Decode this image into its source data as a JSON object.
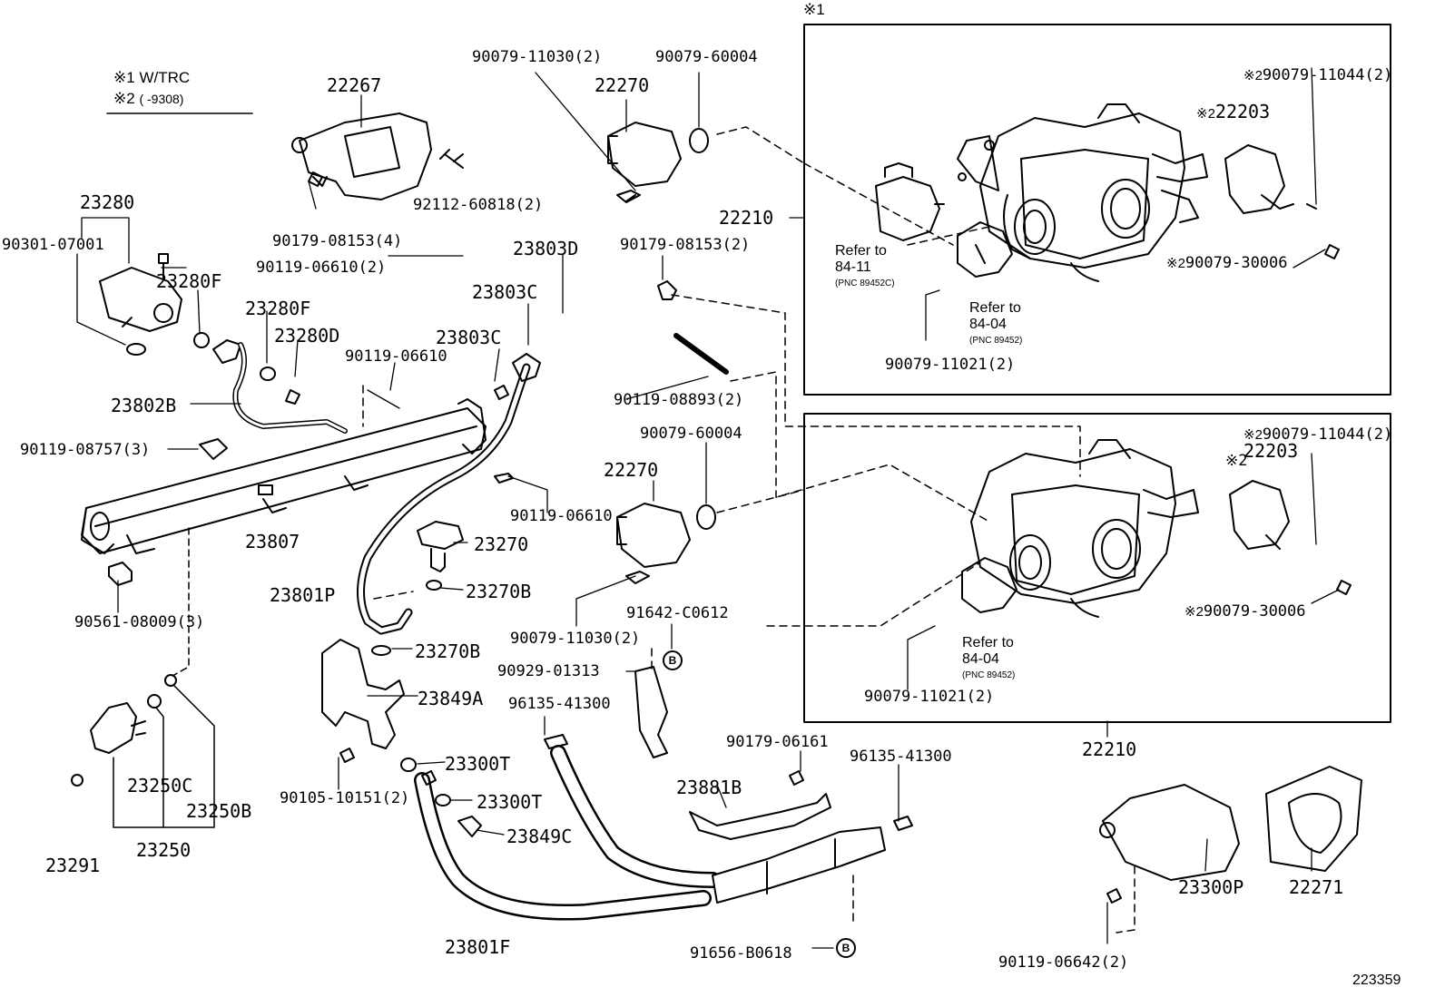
{
  "legend": {
    "line1_mark": "※1",
    "line1_text": "W/TRC",
    "line2_mark": "※2",
    "line2_text": "(      -9308)"
  },
  "box_labels": {
    "top_mark": "※1"
  },
  "parts": [
    {
      "id": "p01",
      "text": "22267",
      "big": true
    },
    {
      "id": "p02",
      "text": "23280",
      "big": true
    },
    {
      "id": "p03",
      "text": "90301-07001"
    },
    {
      "id": "p04",
      "text": "90179-08153(4)"
    },
    {
      "id": "p05",
      "text": "90119-06610(2)"
    },
    {
      "id": "p06",
      "text": "92112-60818(2)"
    },
    {
      "id": "p07",
      "text": "23280F",
      "big": true
    },
    {
      "id": "p08",
      "text": "23280F",
      "big": true
    },
    {
      "id": "p09",
      "text": "23280D",
      "big": true
    },
    {
      "id": "p10",
      "text": "90119-06610"
    },
    {
      "id": "p11",
      "text": "23802B",
      "big": true
    },
    {
      "id": "p12",
      "text": "90119-08757(3)"
    },
    {
      "id": "p13",
      "text": "23807",
      "big": true
    },
    {
      "id": "p14",
      "text": "90561-08009(3)"
    },
    {
      "id": "p15",
      "text": "23291",
      "big": true
    },
    {
      "id": "p16",
      "text": "23250C",
      "big": true
    },
    {
      "id": "p17",
      "text": "23250B",
      "big": true
    },
    {
      "id": "p18",
      "text": "23250",
      "big": true
    },
    {
      "id": "p19",
      "text": "90079-11030(2)"
    },
    {
      "id": "p20",
      "text": "90079-60004"
    },
    {
      "id": "p21",
      "text": "22270",
      "big": true
    },
    {
      "id": "p22",
      "text": "23803D",
      "big": true
    },
    {
      "id": "p23",
      "text": "23803C",
      "big": true
    },
    {
      "id": "p24",
      "text": "23803C",
      "big": true
    },
    {
      "id": "p25",
      "text": "90179-08153(2)"
    },
    {
      "id": "p26",
      "text": "22210",
      "big": true
    },
    {
      "id": "p27",
      "text": "90119-08893(2)"
    },
    {
      "id": "p28",
      "text": "90079-60004"
    },
    {
      "id": "p29",
      "text": "22270",
      "big": true
    },
    {
      "id": "p30",
      "text": "90119-06610"
    },
    {
      "id": "p31",
      "text": "23270",
      "big": true
    },
    {
      "id": "p32",
      "text": "23270B",
      "big": true
    },
    {
      "id": "p33",
      "text": "23801P",
      "big": true
    },
    {
      "id": "p34",
      "text": "23270B",
      "big": true
    },
    {
      "id": "p35",
      "text": "23849A",
      "big": true
    },
    {
      "id": "p36",
      "text": "91642-C0612"
    },
    {
      "id": "p37",
      "text": "90079-11030(2)"
    },
    {
      "id": "p38",
      "text": "90929-01313"
    },
    {
      "id": "p39",
      "text": "96135-41300"
    },
    {
      "id": "p40",
      "text": "23300T",
      "big": true
    },
    {
      "id": "p41",
      "text": "23300T",
      "big": true
    },
    {
      "id": "p42",
      "text": "23849C",
      "big": true
    },
    {
      "id": "p43",
      "text": "90105-10151(2)"
    },
    {
      "id": "p44",
      "text": "23801F",
      "big": true
    },
    {
      "id": "p45",
      "text": "90179-06161"
    },
    {
      "id": "p46",
      "text": "96135-41300"
    },
    {
      "id": "p47",
      "text": "23881B",
      "big": true
    },
    {
      "id": "p48",
      "text": "91656-B0618"
    },
    {
      "id": "p49",
      "text": "90079-11044(2)",
      "prefix": "※2"
    },
    {
      "id": "p50",
      "text": "22203",
      "big": true,
      "prefix": "※2"
    },
    {
      "id": "p51",
      "text": "90079-30006",
      "prefix": "※2"
    },
    {
      "id": "p52",
      "text": "90079-11021(2)"
    },
    {
      "id": "p53",
      "text": "90079-11044(2)",
      "prefix": "※2"
    },
    {
      "id": "p54",
      "text": "22203",
      "big": true
    },
    {
      "id": "p55",
      "text": "※2"
    },
    {
      "id": "p56",
      "text": "90079-30006",
      "prefix": "※2"
    },
    {
      "id": "p57",
      "text": "90079-11021(2)"
    },
    {
      "id": "p58",
      "text": "22210",
      "big": true
    },
    {
      "id": "p59",
      "text": "23300P",
      "big": true
    },
    {
      "id": "p60",
      "text": "22271",
      "big": true
    },
    {
      "id": "p61",
      "text": "90119-06642(2)"
    }
  ],
  "refer_notes": [
    {
      "id": "r1",
      "line1": "Refer to",
      "line2": "84-11",
      "line3": "(PNC 89452C)"
    },
    {
      "id": "r2",
      "line1": "Refer to",
      "line2": "84-04",
      "line3": "(PNC 89452)"
    },
    {
      "id": "r3",
      "line1": "Refer to",
      "line2": "84-04",
      "line3": "(PNC 89452)"
    }
  ],
  "connectors": [
    {
      "id": "c1",
      "letter": "B"
    },
    {
      "id": "c2",
      "letter": "B"
    }
  ],
  "figure_number": "223359"
}
